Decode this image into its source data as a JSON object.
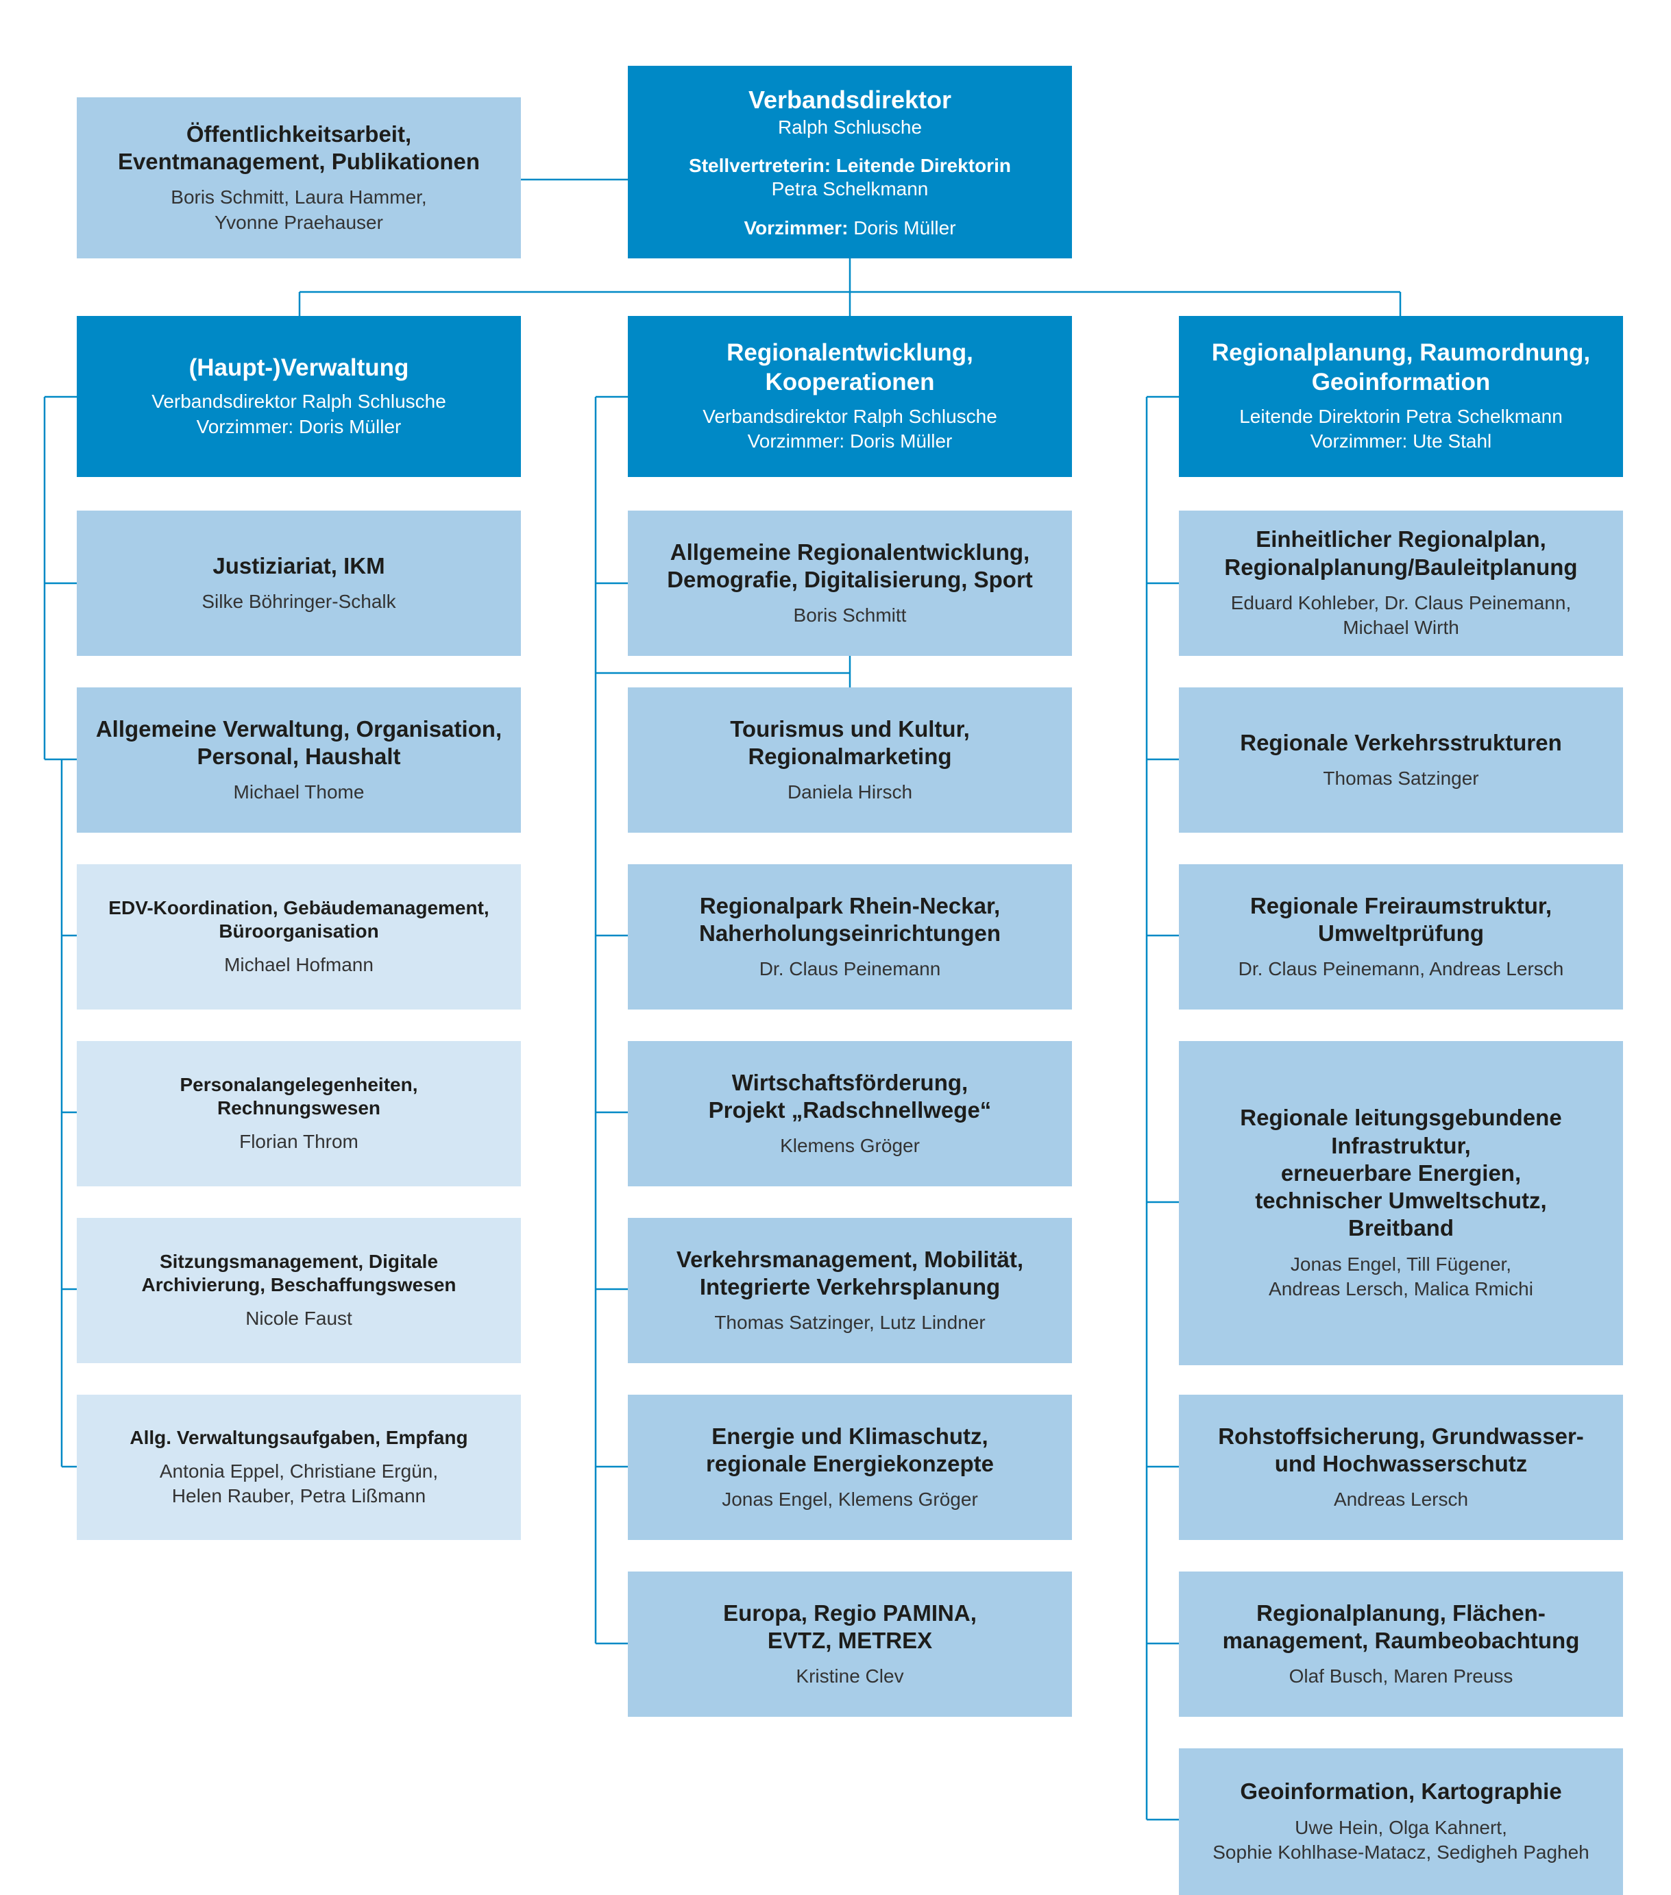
{
  "director": {
    "title": "Verbandsdirektor",
    "name": "Ralph Schlusche",
    "deputy_label": "Stellvertreterin: Leitende Direktorin",
    "deputy_name": "Petra Schelkmann",
    "anteroom_label": "Vorzimmer:",
    "anteroom_name": "Doris Müller"
  },
  "pr": {
    "title": "Öffentlichkeitsarbeit,\nEventmanagement, Publikationen",
    "people": "Boris Schmitt, Laura Hammer,\nYvonne Praehauser"
  },
  "departments": [
    {
      "title": "(Haupt-)Verwaltung",
      "people": "Verbandsdirektor Ralph Schlusche\nVorzimmer: Doris Müller",
      "units": [
        {
          "title": "Justiziariat, IKM",
          "people": "Silke Böhringer-Schalk"
        },
        {
          "title": "Allgemeine Verwaltung, Organisation,\nPersonal, Haushalt",
          "people": "Michael Thome"
        },
        {
          "title": "EDV-Koordination, Gebäudemanagement,\nBüroorganisation",
          "people": "Michael Hofmann"
        },
        {
          "title": "Personalangelegenheiten,\nRechnungswesen",
          "people": "Florian Throm"
        },
        {
          "title": "Sitzungsmanagement, Digitale\nArchivierung, Beschaffungswesen",
          "people": "Nicole Faust"
        },
        {
          "title": "Allg. Verwaltungsaufgaben, Empfang",
          "people": "Antonia Eppel, Christiane Ergün,\nHelen Rauber, Petra Lißmann"
        }
      ]
    },
    {
      "title": "Regionalentwicklung,\nKooperationen",
      "people": "Verbandsdirektor Ralph Schlusche\nVorzimmer: Doris Müller",
      "units": [
        {
          "title": "Allgemeine Regionalentwicklung,\nDemografie, Digitalisierung, Sport",
          "people": "Boris Schmitt"
        },
        {
          "title": "Tourismus und Kultur,\nRegionalmarketing",
          "people": "Daniela Hirsch"
        },
        {
          "title": "Regionalpark Rhein-Neckar,\nNaherholungseinrichtungen",
          "people": "Dr. Claus Peinemann"
        },
        {
          "title": "Wirtschaftsförderung,\nProjekt „Radschnellwege“",
          "people": "Klemens Gröger"
        },
        {
          "title": "Verkehrsmanagement, Mobilität,\nIntegrierte Verkehrsplanung",
          "people": "Thomas Satzinger, Lutz Lindner"
        },
        {
          "title": "Energie und Klimaschutz,\nregionale Energiekonzepte",
          "people": "Jonas Engel, Klemens Gröger"
        },
        {
          "title": "Europa, Regio PAMINA,\nEVTZ, METREX",
          "people": "Kristine Clev"
        }
      ]
    },
    {
      "title": "Regionalplanung, Raumordnung,\nGeoinformation",
      "people": "Leitende Direktorin Petra Schelkmann\nVorzimmer: Ute Stahl",
      "units": [
        {
          "title": "Einheitlicher Regionalplan,\nRegionalplanung/Bauleitplanung",
          "people": "Eduard Kohleber, Dr. Claus Peinemann,\nMichael Wirth"
        },
        {
          "title": "Regionale Verkehrsstrukturen",
          "people": "Thomas Satzinger"
        },
        {
          "title": "Regionale Freiraumstruktur,\nUmweltprüfung",
          "people": "Dr. Claus Peinemann, Andreas Lersch"
        },
        {
          "title": "Regionale leitungsgebundene\nInfrastruktur,\nerneuerbare Energien,\ntechnischer Umweltschutz,\nBreitband",
          "people": "Jonas Engel, Till Fügener,\nAndreas Lersch, Malica Rmichi"
        },
        {
          "title": "Rohstoffsicherung, Grundwasser-\nund Hochwasserschutz",
          "people": "Andreas Lersch"
        },
        {
          "title": "Regionalplanung, Flächen-\nmanagement, Raumbeobachtung",
          "people": "Olaf Busch, Maren Preuss"
        },
        {
          "title": "Geoinformation, Kartographie",
          "people": "Uwe Hein, Olga Kahnert,\nSophie Kohlhase-Matacz, Sedigheh Pagheh"
        }
      ]
    }
  ]
}
